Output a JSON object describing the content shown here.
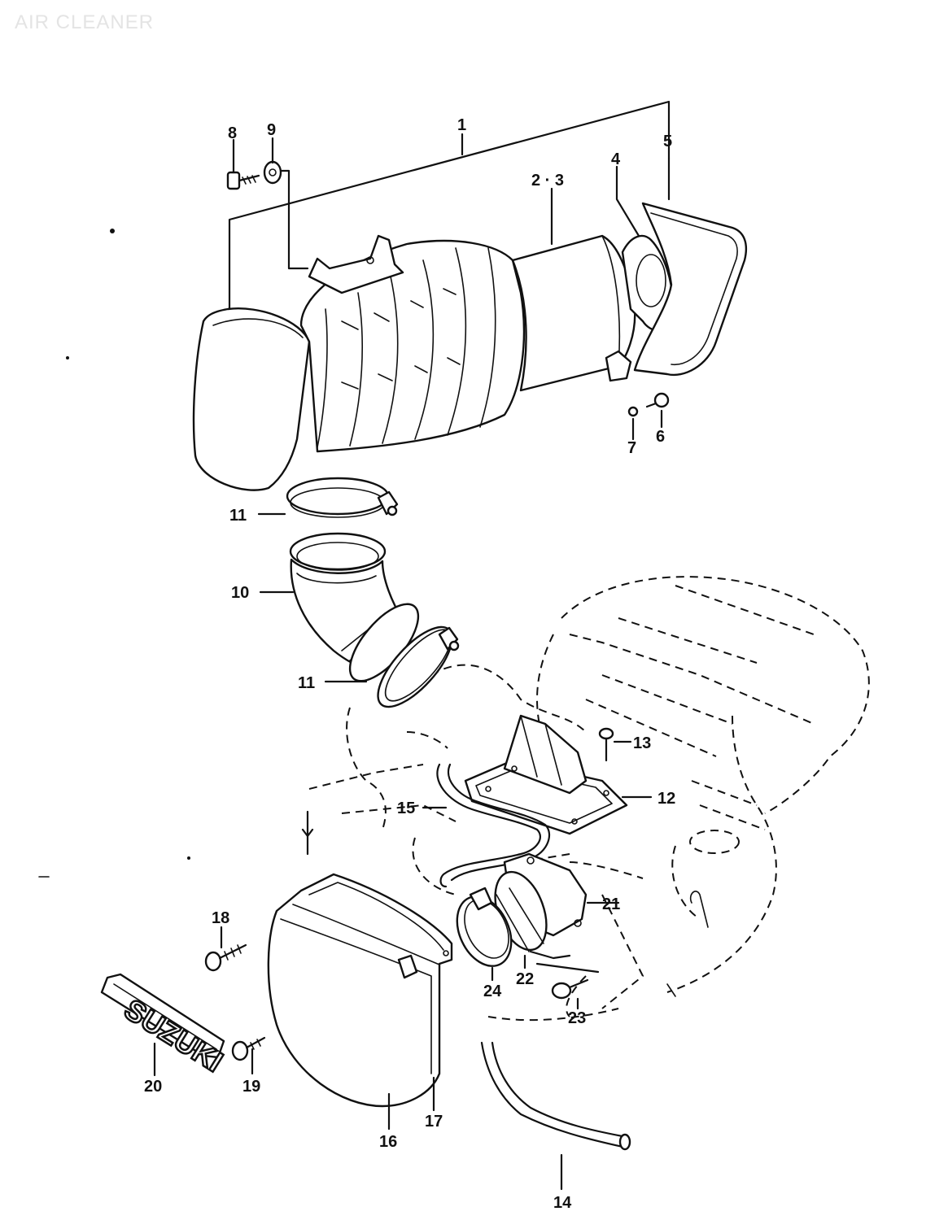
{
  "title": "AIR CLEANER",
  "badge": {
    "text": "SUZUKI"
  },
  "labels": {
    "l1": "1",
    "l2_3": "2 · 3",
    "l4": "4",
    "l5": "5",
    "l6": "6",
    "l7": "7",
    "l8": "8",
    "l9": "9",
    "l10": "10",
    "l11a": "11",
    "l11b": "11",
    "l12": "12",
    "l13": "13",
    "l14": "14",
    "l15": "15",
    "l16": "16",
    "l17": "17",
    "l18": "18",
    "l19": "19",
    "l20": "20",
    "l21": "21",
    "l22": "22",
    "l23": "23",
    "l24": "24"
  }
}
